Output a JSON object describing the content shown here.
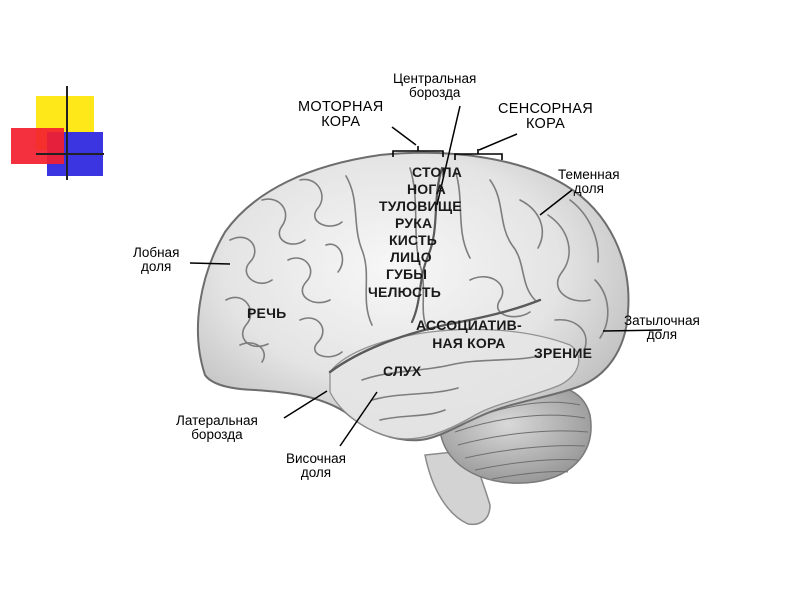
{
  "labels": {
    "central_sulcus": [
      "Центральная",
      "борозда"
    ],
    "motor_cortex": [
      "МОТОРНАЯ",
      "КОРА"
    ],
    "sensory_cortex": [
      "СЕНСОРНАЯ",
      "КОРА"
    ],
    "parietal_lobe": [
      "Теменная",
      "доля"
    ],
    "frontal_lobe": [
      "Лобная",
      "доля"
    ],
    "occipital_lobe": [
      "Затылочная",
      "доля"
    ],
    "lateral_sulcus": [
      "Латеральная",
      "борозда"
    ],
    "temporal_lobe": [
      "Височная",
      "доля"
    ]
  },
  "body_map": [
    "СТОПА",
    "НОГА",
    "ТУЛОВИЩЕ",
    "РУКА",
    "КИСТЬ",
    "ЛИЦО",
    "ГУБЫ",
    "ЧЕЛЮСТЬ"
  ],
  "areas": {
    "speech": "РЕЧЬ",
    "association": [
      "АССОЦИАТИВ-",
      "НАЯ КОРА"
    ],
    "vision": "ЗРЕНИЕ",
    "hearing": "СЛУХ"
  },
  "colors": {
    "yellow": "#FFE81A",
    "red": "#F31E2E",
    "blue": "#3A35E0"
  }
}
